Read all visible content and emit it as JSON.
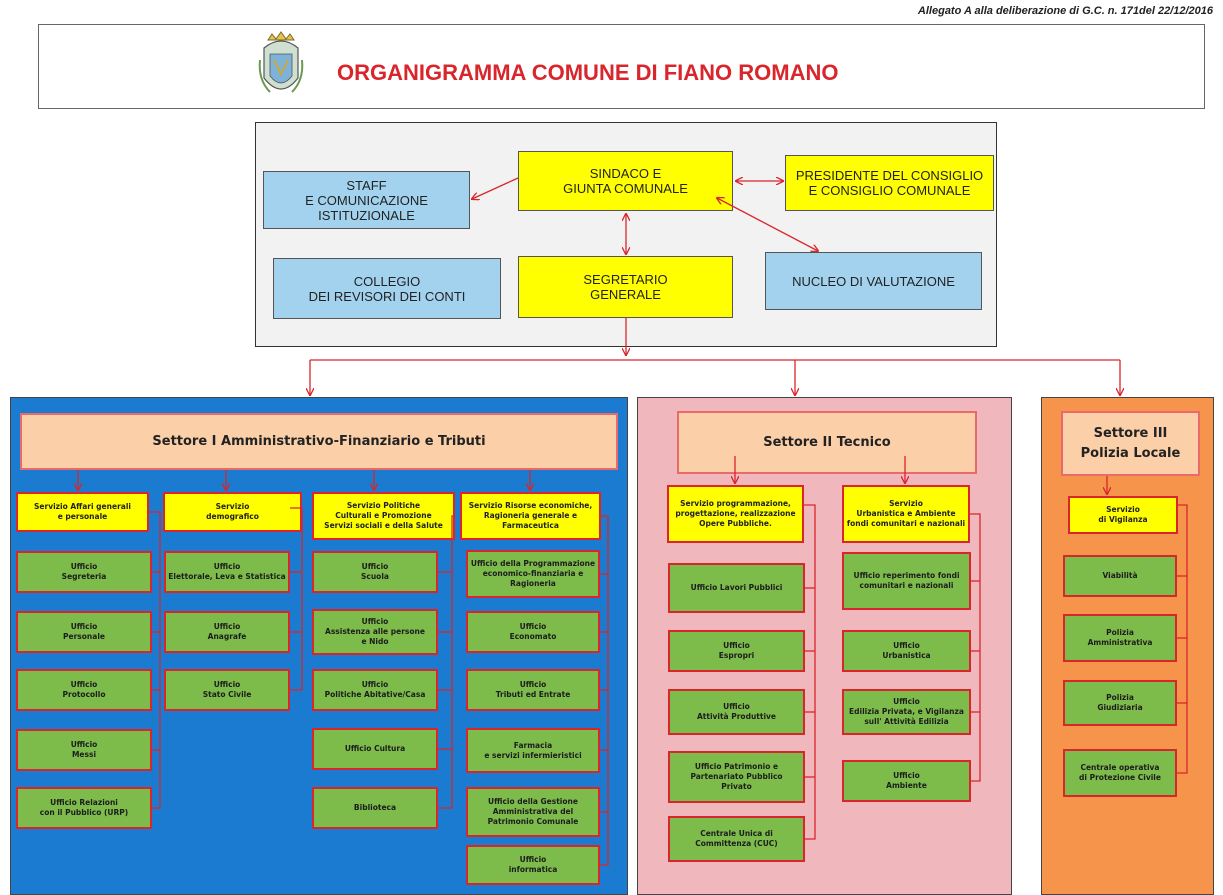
{
  "allegato": "Allegato A alla deliberazione di G.C. n. 171del 22/12/2016",
  "title": "ORGANIGRAMMA COMUNE DI FIANO ROMANO",
  "governance": {
    "staff": "STAFF\nE COMUNICAZIONE\nISTITUZIONALE",
    "sindaco": "SINDACO E\nGIUNTA COMUNALE",
    "presidente": "PRESIDENTE DEL CONSIGLIO\nE CONSIGLIO COMUNALE",
    "collegio": "COLLEGIO\nDEI REVISORI DEI CONTI",
    "segretario": "SEGRETARIO\nGENERALE",
    "nucleo": "NUCLEO DI VALUTAZIONE"
  },
  "colors": {
    "accent_red": "#d9262c",
    "yellow": "#ffff00",
    "light_blue": "#a3d2ee",
    "office_green": "#7dbb4b",
    "sector1_bg": "#1a7bd0",
    "sector2_bg": "#f0b8bc",
    "sector3_bg": "#f5944a",
    "sector_title_bg": "#fbcfa8"
  },
  "sector1": {
    "title": "Settore I Amministrativo-Finanziario e Tributi",
    "services": [
      {
        "name": "Servizio Affari generali\ne personale",
        "offices": [
          "Ufficio\nSegreteria",
          "Ufficio\nPersonale",
          "Ufficio\nProtocollo",
          "Ufficio\nMessi",
          "Ufficio Relazioni\ncon il Pubblico (URP)"
        ]
      },
      {
        "name": "Servizio\ndemografico",
        "offices": [
          "Ufficio\nElettorale, Leva e Statistica",
          "Ufficio\nAnagrafe",
          "Ufficio\nStato Civile"
        ]
      },
      {
        "name": "Servizio Politiche\nCulturali e Promozione\nServizi sociali e della Salute",
        "offices": [
          "Ufficio\nScuola",
          "Ufficio\nAssistenza alle persone\ne Nido",
          "Ufficio\nPolitiche Abitative/Casa",
          "Ufficio Cultura",
          "Biblioteca"
        ]
      },
      {
        "name": "Servizio Risorse economiche,\nRagioneria generale e\nFarmaceutica",
        "offices": [
          "Ufficio della Programmazione\neconomico-finanziaria e\nRagioneria",
          "Ufficio\nEconomato",
          "Ufficio\nTributi ed Entrate",
          "Farmacia\ne servizi infermieristici",
          "Ufficio della Gestione\nAmministrativa del\nPatrimonio Comunale",
          "Ufficio\ninformatica"
        ]
      }
    ]
  },
  "sector2": {
    "title": "Settore II  Tecnico",
    "services": [
      {
        "name": "Servizio programmazione,\nprogettazione, realizzazione\nOpere Pubbliche.",
        "offices": [
          "Ufficio Lavori Pubblici",
          "Ufficio\nEspropri",
          "Ufficio\nAttività Produttive",
          "Ufficio Patrimonio e\nPartenariato Pubblico\nPrivato",
          "Centrale Unica di\nCommittenza  (CUC)"
        ]
      },
      {
        "name": "Servizio\nUrbanistica  e Ambiente\nfondi comunitari e nazionali",
        "offices": [
          "Ufficio reperimento fondi\ncomunitari e nazionali",
          "Ufficio\nUrbanistica",
          "Ufficio\nEdilizia Privata, e Vigilanza\nsull' Attività Edilizia",
          "Ufficio\nAmbiente"
        ]
      }
    ]
  },
  "sector3": {
    "title": "Settore III\nPolizia Locale",
    "services": [
      {
        "name": "Servizio\ndi Vigilanza",
        "offices": [
          "Viabilità",
          "Polizia\nAmministrativa",
          "Polizia\nGiudiziaria",
          "Centrale operativa\ndi Protezione Civile"
        ]
      }
    ]
  }
}
